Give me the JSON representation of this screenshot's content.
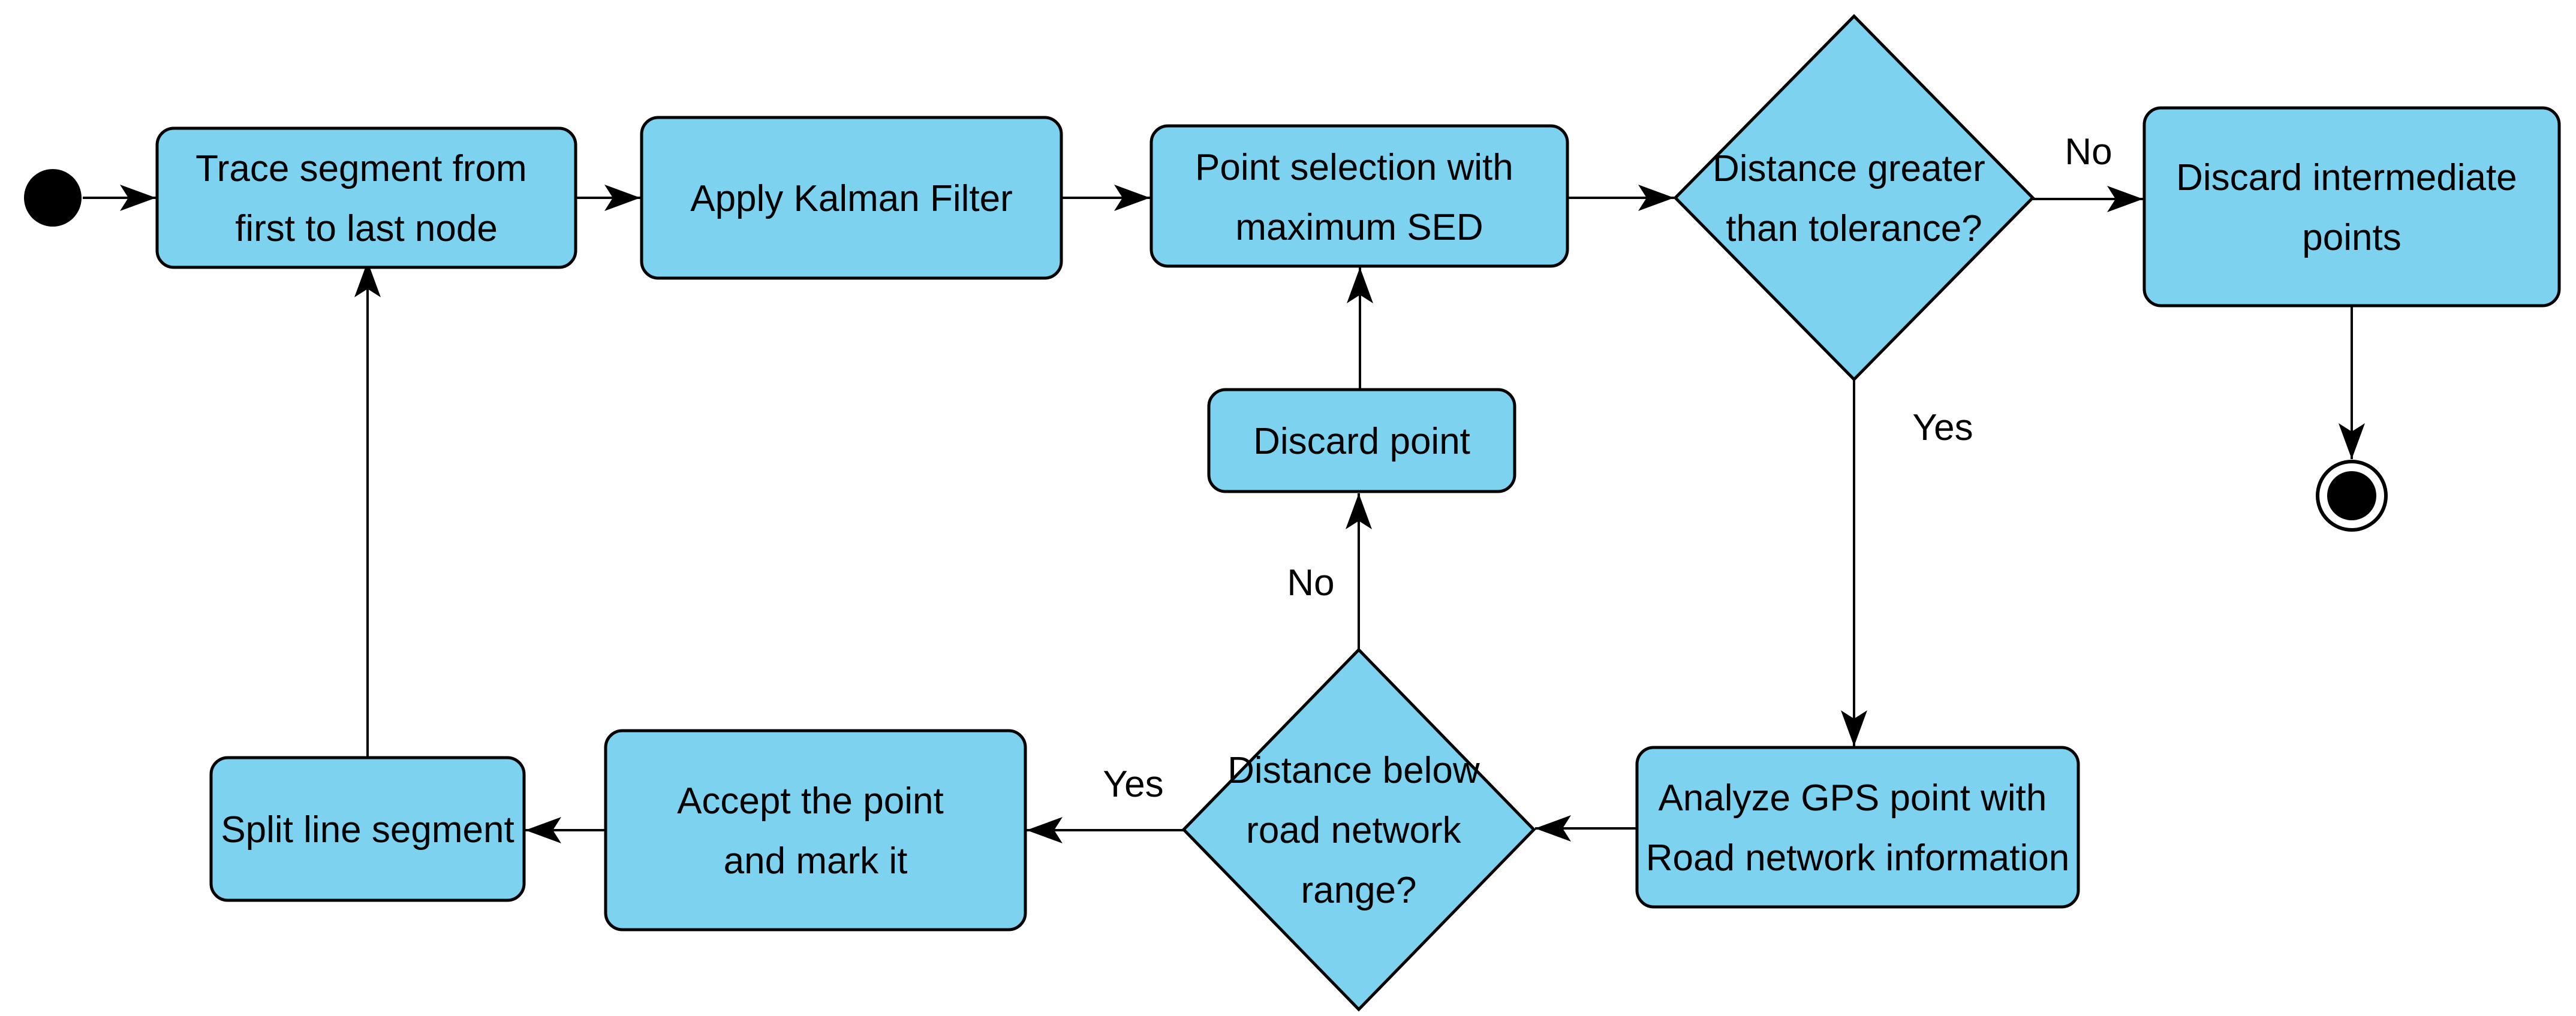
{
  "style": {
    "background": "#FFFFFF",
    "node_fill": "#7DD2F0",
    "node_stroke": "#000000",
    "edge_color": "#000000",
    "black": "#000000"
  },
  "nodes": {
    "trace": {
      "lines": [
        "Trace segment from",
        "first to last node"
      ]
    },
    "kalman": {
      "lines": [
        "Apply Kalman Filter"
      ]
    },
    "sed": {
      "lines": [
        "Point selection with",
        "maximum SED"
      ]
    },
    "tolerance": {
      "lines": [
        "Distance greater",
        "than tolerance?"
      ]
    },
    "discard_intermediate": {
      "lines": [
        "Discard intermediate",
        "points"
      ]
    },
    "analyze": {
      "lines": [
        "Analyze GPS point with",
        "Road network information"
      ]
    },
    "road_range": {
      "lines": [
        "Distance below",
        "road network",
        "range?"
      ]
    },
    "discard_point": {
      "lines": [
        "Discard point"
      ]
    },
    "accept": {
      "lines": [
        "Accept the point",
        "and mark it"
      ]
    },
    "split": {
      "lines": [
        "Split line segment"
      ]
    }
  },
  "edge_labels": {
    "tolerance_no": "No",
    "tolerance_yes": "Yes",
    "range_no": "No",
    "range_yes": "Yes"
  }
}
